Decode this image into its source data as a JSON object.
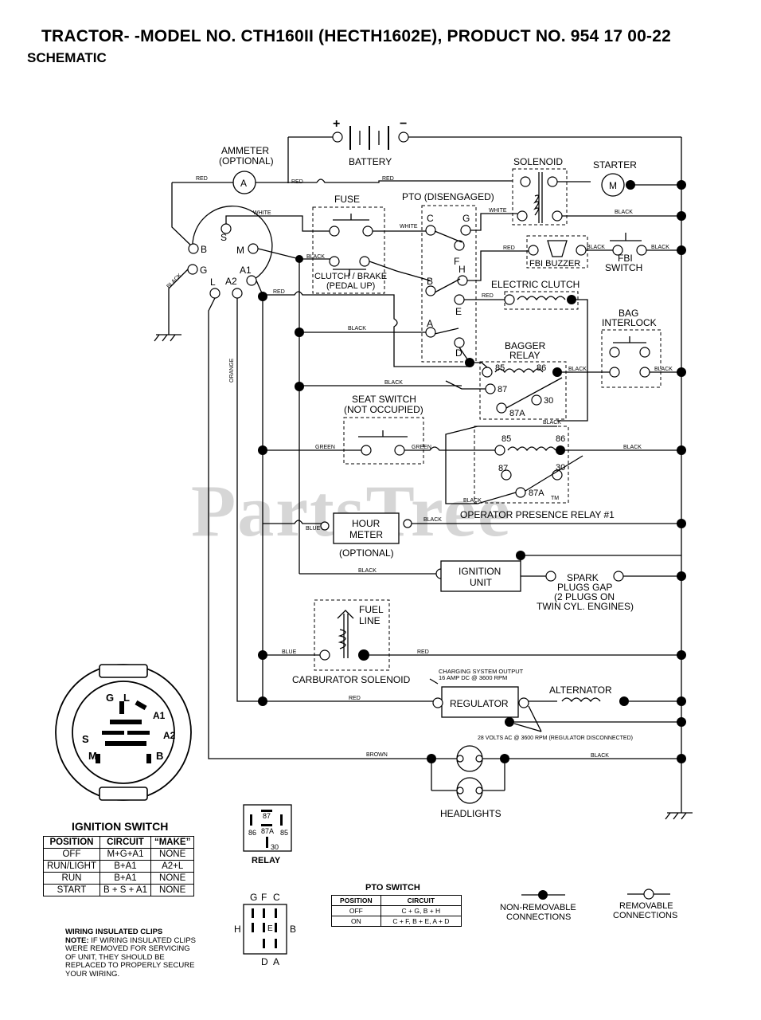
{
  "header": {
    "title": "TRACTOR- -MODEL NO. CTH160II (HECTH1602E), PRODUCT NO. 954 17 00-22",
    "subtitle": "SCHEMATIC"
  },
  "watermark": "PartsTree",
  "components": {
    "battery": "BATTERY",
    "plus": "+",
    "minus": "−",
    "ammeter": "AMMETER",
    "ammeter_opt": "(OPTIONAL)",
    "ammeter_symbol": "A",
    "solenoid": "SOLENOID",
    "starter": "STARTER",
    "starter_symbol": "M",
    "fuse": "FUSE",
    "pto": "PTO (DISENGAGED)",
    "clutch_brake": "CLUTCH / BRAKE",
    "pedal_up": "(PEDAL UP)",
    "fbi_buzzer": "FBI BUZZER",
    "fbi": "FBI",
    "switch": "SWITCH",
    "electric_clutch": "ELECTRIC CLUTCH",
    "bag": "BAG",
    "interlock": "INTERLOCK",
    "bagger": "BAGGER",
    "relay": "RELAY",
    "seat_switch": "SEAT SWITCH",
    "not_occupied": "(NOT OCCUPIED)",
    "operator_relay": "OPERATOR PRESENCE RELAY #1",
    "hour": "HOUR",
    "meter": "METER",
    "optional": "(OPTIONAL)",
    "ignition": "IGNITION",
    "unit": "UNIT",
    "spark1": "SPARK",
    "spark2": "PLUGS GAP",
    "spark3": "(2 PLUGS ON",
    "spark4": "TWIN CYL. ENGINES)",
    "fuel": "FUEL",
    "line": "LINE",
    "carb": "CARBURATOR SOLENOID",
    "charging1": "CHARGING SYSTEM OUTPUT",
    "charging2": "16 AMP DC @ 3600 RPM",
    "regulator": "REGULATOR",
    "alternator": "ALTERNATOR",
    "volts": "28 VOLTS AC @ 3600 RPM (REGULATOR DISCONNECTED)",
    "headlights": "HEADLIGHTS",
    "relay_caption": "RELAY",
    "tm": "TM"
  },
  "wires": {
    "red": "RED",
    "white": "WHITE",
    "black": "BLACK",
    "green": "GREEN",
    "blue": "BLUE",
    "orange": "ORANGE",
    "brown": "BROWN"
  },
  "terminals": {
    "s": "S",
    "b": "B",
    "m": "M",
    "g": "G",
    "l": "L",
    "a2": "A2",
    "a1": "A1",
    "c": "C",
    "f": "F",
    "h": "H",
    "e": "E",
    "a": "A",
    "d": "D",
    "t85": "85",
    "t86": "86",
    "t87": "87",
    "t30": "30",
    "t87a": "87A"
  },
  "ignition_switch": {
    "title": "IGNITION SWITCH",
    "headers": [
      "POSITION",
      "CIRCUIT",
      "“MAKE”"
    ],
    "rows": [
      [
        "OFF",
        "M+G+A1",
        "NONE"
      ],
      [
        "RUN/LIGHT",
        "B+A1",
        "A2+L"
      ],
      [
        "RUN",
        "B+A1",
        "NONE"
      ],
      [
        "START",
        "B + S + A1",
        "NONE"
      ]
    ],
    "face_labels": [
      "G",
      "L",
      "A1",
      "A2",
      "S",
      "M",
      "B"
    ]
  },
  "pto_switch": {
    "title": "PTO SWITCH",
    "headers": [
      "POSITION",
      "CIRCUIT"
    ],
    "rows": [
      [
        "OFF",
        "C + G, B + H"
      ],
      [
        "ON",
        "C + F, B + E, A + D"
      ]
    ],
    "face_labels": [
      "G",
      "F",
      "C",
      "H",
      "E",
      "B",
      "D",
      "A"
    ]
  },
  "legend": {
    "non_removable": "NON-REMOVABLE",
    "non_removable2": "CONNECTIONS",
    "removable": "REMOVABLE",
    "removable2": "CONNECTIONS"
  },
  "note": {
    "heading": "WIRING INSULATED CLIPS",
    "label": "NOTE:",
    "text": " IF WIRING INSULATED CLIPS WERE REMOVED FOR SERVICING OF UNIT, THEY SHOULD BE REPLACED TO PROPERLY SECURE YOUR WIRING."
  }
}
